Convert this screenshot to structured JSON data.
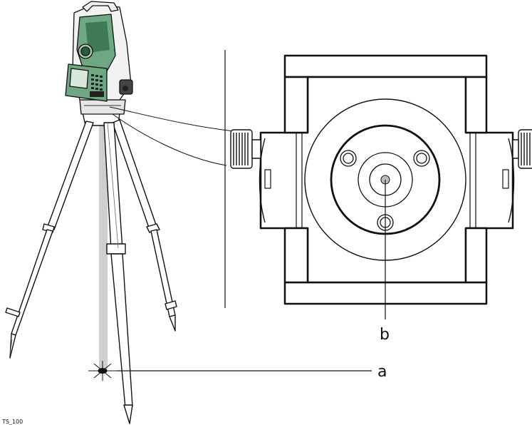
{
  "figure": {
    "label_a": "a",
    "label_b": "b",
    "figure_id": "TS_100"
  },
  "colors": {
    "instrument_green": "#6da882",
    "instrument_green_dark": "#3f7a55",
    "laser_beam": "#cfcfcf",
    "line": "#111111"
  }
}
